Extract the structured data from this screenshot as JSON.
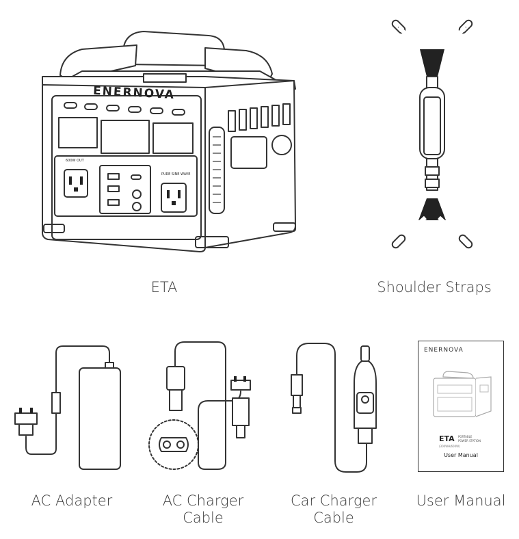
{
  "brand": "ENERNOVA",
  "items": {
    "eta": {
      "caption": "ETA",
      "outlet_label_left": "600W OUT",
      "outlet_label_right": "PURE SINE WAVE"
    },
    "straps": {
      "caption": "Shoulder Straps"
    },
    "ac_adapter": {
      "caption": "AC Adapter"
    },
    "ac_cable": {
      "caption": "AC Charger\nCable"
    },
    "car_cable": {
      "caption": "Car Charger\nCable"
    },
    "manual": {
      "caption": "User Manual",
      "brand": "ENERNOVA",
      "product": "ETA",
      "sub1": "PORTABLE",
      "sub2": "POWER STATION",
      "model": "(300WH/600W)",
      "title": "User Manual"
    }
  }
}
